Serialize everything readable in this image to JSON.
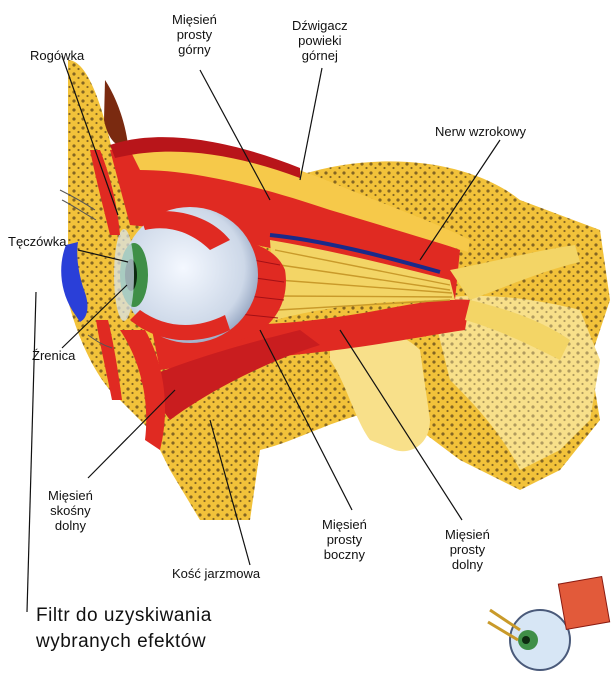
{
  "labels": {
    "rogowka": "Rogówka",
    "miesien_prosty_gorny": [
      "Mięsień",
      "prosty",
      "górny"
    ],
    "dzwigacz": [
      "Dźwigacz",
      "powieki",
      "górnej"
    ],
    "nerw_wzrokowy": "Nerw wzrokowy",
    "teczowka": "Tęczówka",
    "zrenica": "Źrenica",
    "miesien_skosny_dolny": [
      "Mięsień",
      "skośny",
      "dolny"
    ],
    "kosc_jarzmowa": "Kość jarzmowa",
    "miesien_prosty_boczny": [
      "Mięsień",
      "prosty",
      "boczny"
    ],
    "miesien_prosty_dolny": [
      "Mięsień",
      "prosty",
      "dolny"
    ]
  },
  "caption": [
    "Filtr do uzyskiwania",
    "wybranych efektów"
  ],
  "colors": {
    "muscle": "#e02a22",
    "muscle_dark": "#b8151a",
    "bone": "#f2c23a",
    "bone_light": "#f8e08a",
    "nerve": "#f3d566",
    "filter": "#2a3fd8",
    "iris": "#3f8f47"
  },
  "icons": [
    "eye-thumbnail-icon"
  ]
}
